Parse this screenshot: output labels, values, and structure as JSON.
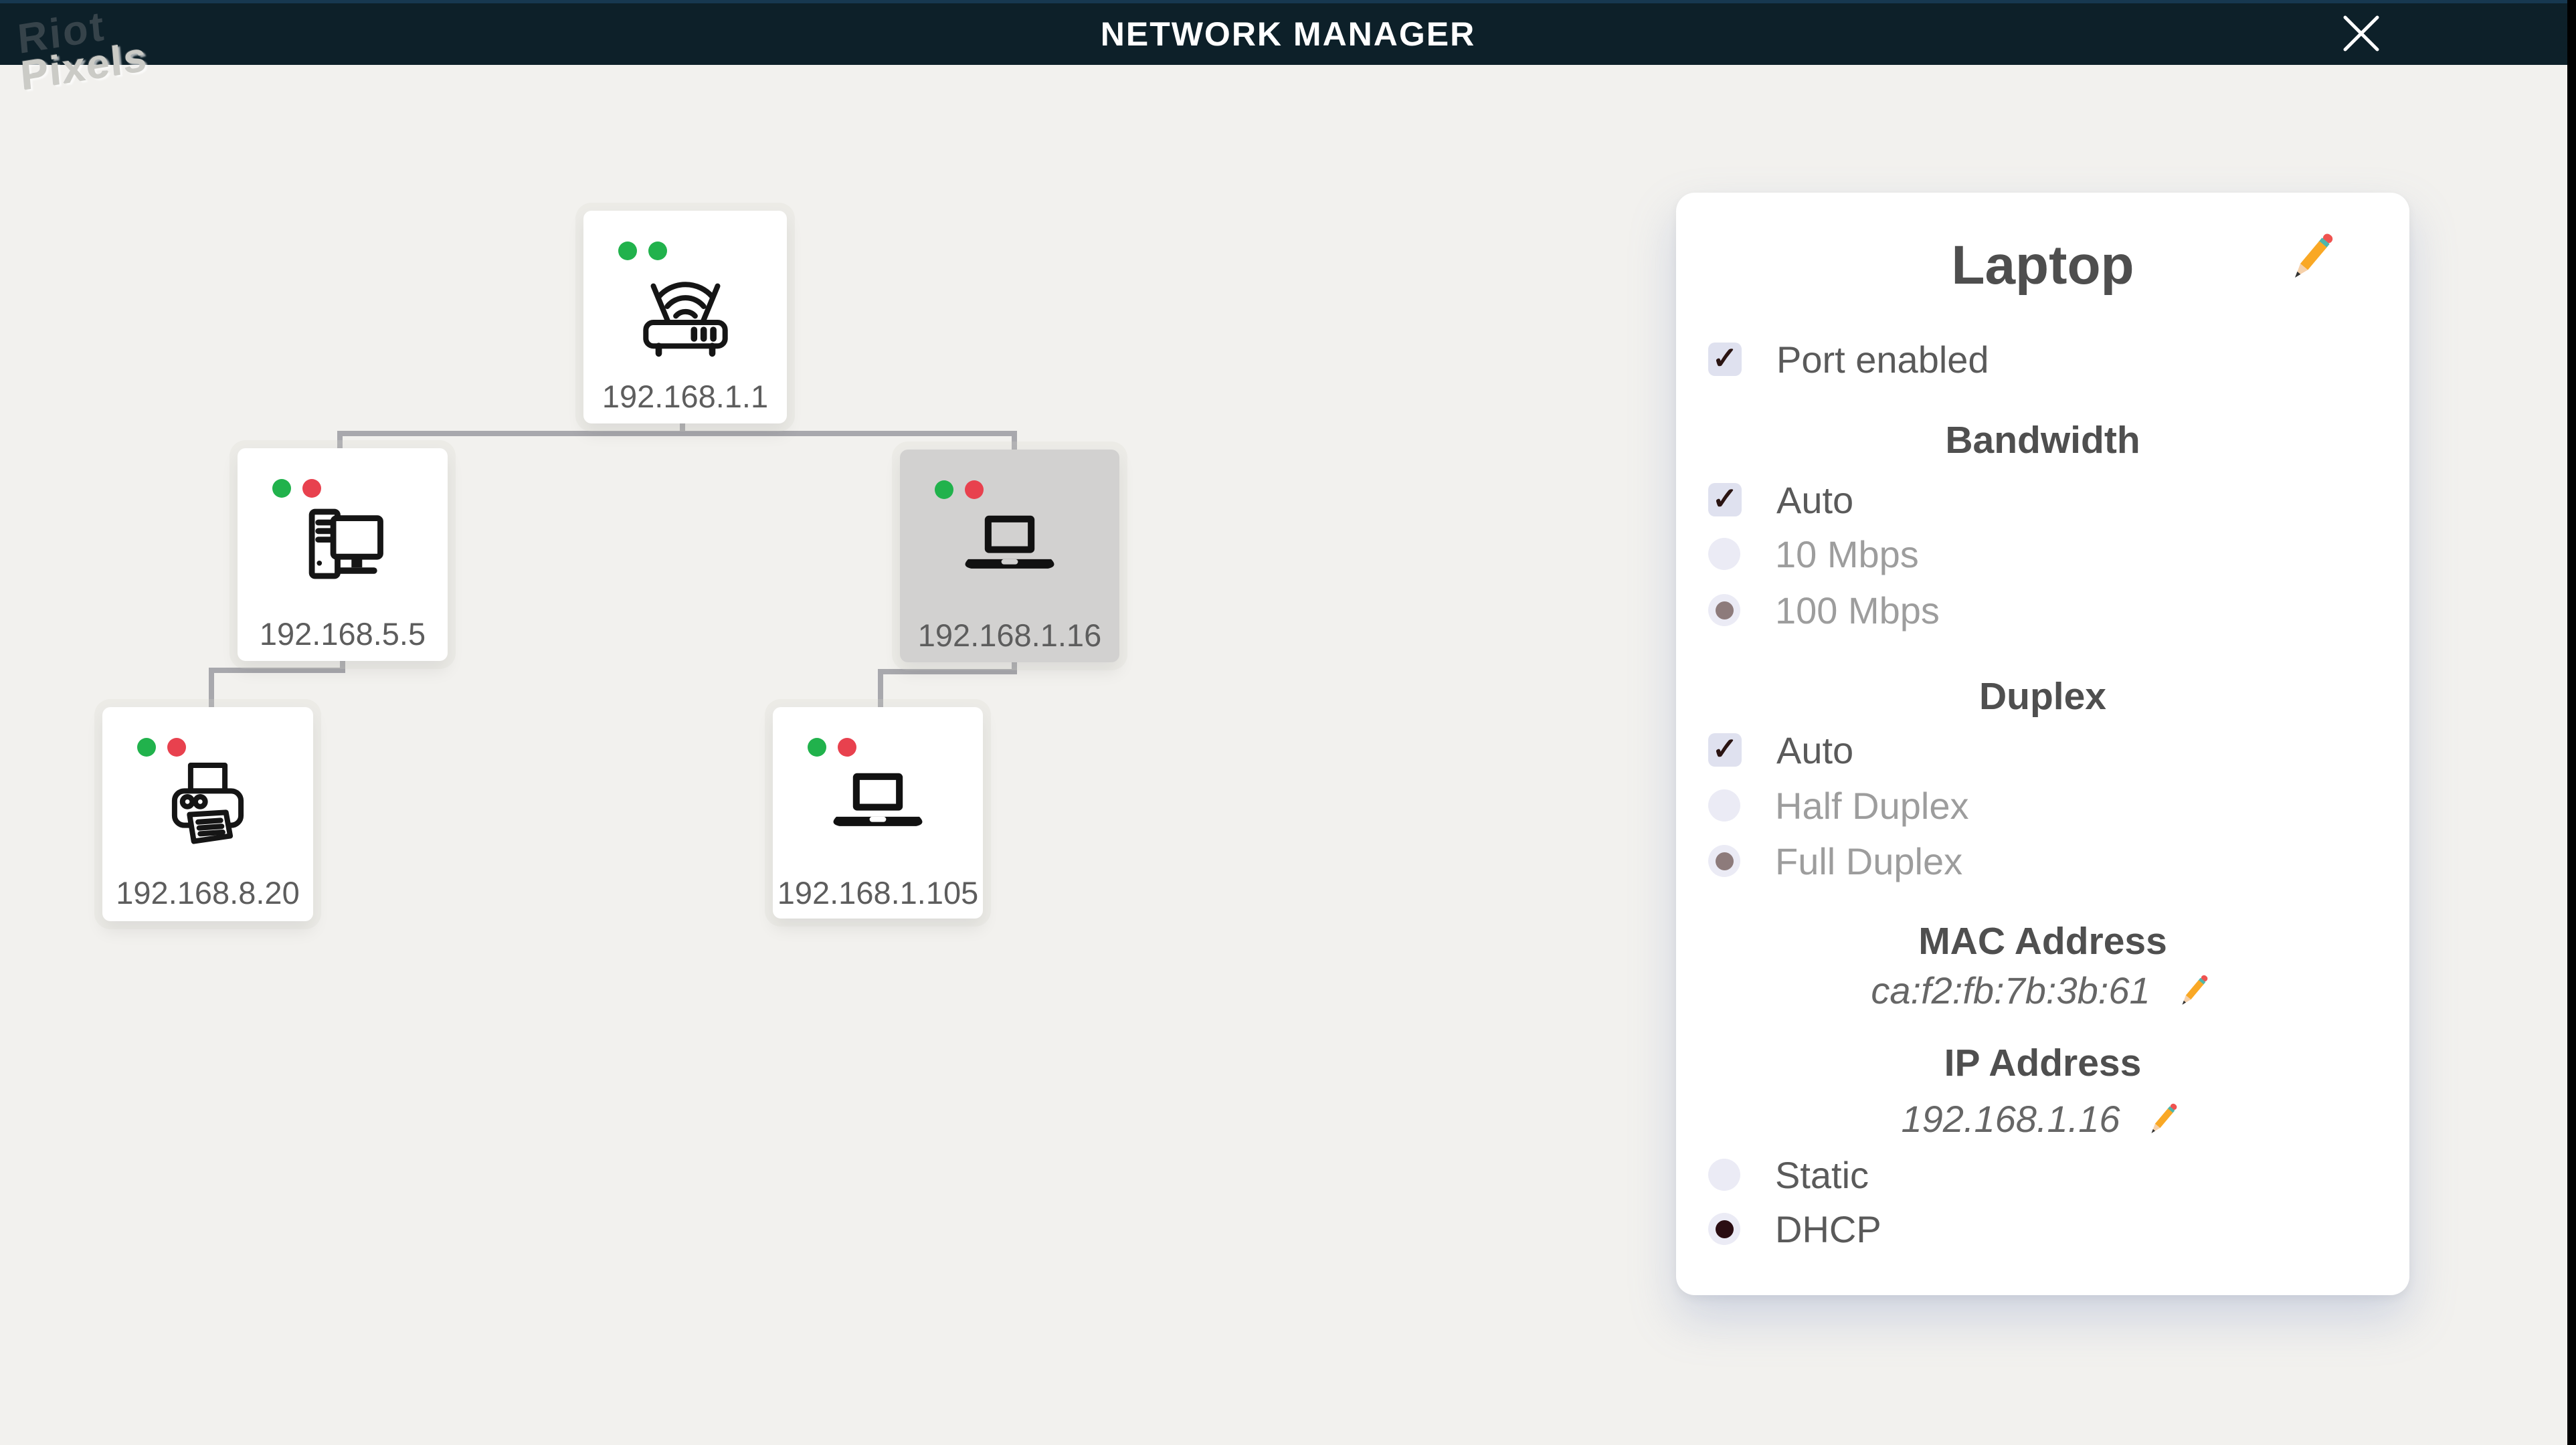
{
  "window": {
    "title": "NETWORK MANAGER",
    "close_icon": "close-icon"
  },
  "watermark": {
    "line1": "Riot",
    "line2": "Pixels"
  },
  "colors": {
    "topbar": "#0d2029",
    "background": "#f2f1ee",
    "selected_card": "#d2d1d0",
    "wire": "#a8a8ad",
    "status_up": "#21b24c",
    "status_down": "#e8414e",
    "checkbox_bg": "#dfe1ef",
    "radio_filled": "#8d7b7b",
    "radio_dark": "#2a0d12"
  },
  "topology": {
    "nodes": [
      {
        "type": "Router",
        "icon": "router-icon",
        "ip": "192.168.1.1",
        "status": [
          "up",
          "up"
        ],
        "selected": false
      },
      {
        "type": "Desktop",
        "icon": "desktop-icon",
        "ip": "192.168.5.5",
        "status": [
          "up",
          "down"
        ],
        "selected": false
      },
      {
        "type": "Laptop",
        "icon": "laptop-icon",
        "ip": "192.168.1.16",
        "status": [
          "up",
          "down"
        ],
        "selected": true
      },
      {
        "type": "Printer",
        "icon": "printer-icon",
        "ip": "192.168.8.20",
        "status": [
          "up",
          "down"
        ],
        "selected": false
      },
      {
        "type": "Laptop",
        "icon": "laptop-icon",
        "ip": "192.168.1.105",
        "status": [
          "up",
          "down"
        ],
        "selected": false
      }
    ]
  },
  "panel": {
    "title": "Laptop",
    "port": {
      "label": "Port enabled",
      "checked": true
    },
    "bandwidth": {
      "header": "Bandwidth",
      "options": [
        {
          "label": "Auto",
          "control": "checkbox",
          "state": "checked"
        },
        {
          "label": "10 Mbps",
          "control": "radio",
          "state": "unselected"
        },
        {
          "label": "100 Mbps",
          "control": "radio",
          "state": "selected"
        }
      ]
    },
    "duplex": {
      "header": "Duplex",
      "options": [
        {
          "label": "Auto",
          "control": "checkbox",
          "state": "checked"
        },
        {
          "label": "Half Duplex",
          "control": "radio",
          "state": "unselected"
        },
        {
          "label": "Full Duplex",
          "control": "radio",
          "state": "selected"
        }
      ]
    },
    "mac": {
      "header": "MAC Address",
      "value": "ca:f2:fb:7b:3b:61"
    },
    "ip": {
      "header": "IP Address",
      "value": "192.168.1.16"
    },
    "ip_mode": {
      "options": [
        {
          "label": "Static",
          "control": "radio",
          "state": "unselected"
        },
        {
          "label": "DHCP",
          "control": "radio",
          "state": "selected"
        }
      ]
    }
  }
}
